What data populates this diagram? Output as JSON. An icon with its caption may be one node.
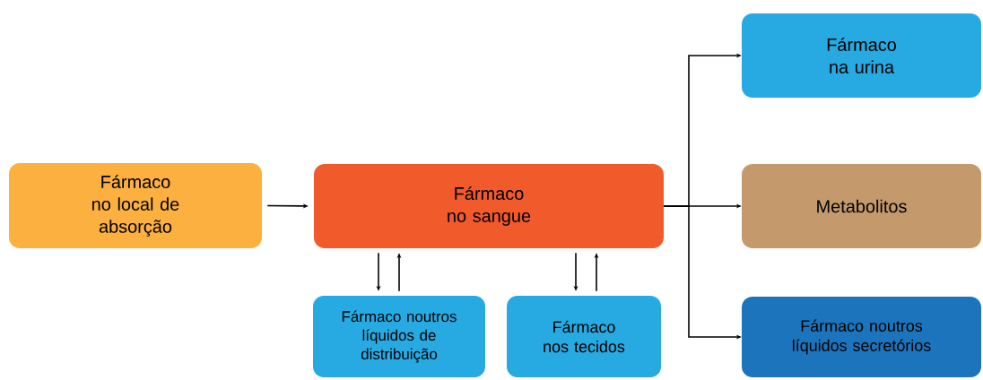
{
  "diagram": {
    "nodes": [
      {
        "text": [
          "Fármaco no local de absorção"
        ]
      },
      {
        "text": [
          "Fármaco no sangue"
        ]
      },
      {
        "text": [
          "Fármaco noutros líquidos de distribuição"
        ]
      },
      {
        "text": [
          "Fármaco nos tecidos"
        ]
      },
      {
        "text": [
          "Fármaco na urina"
        ]
      },
      {
        "text": [
          "Metabolitos"
        ]
      },
      {
        "text": [
          "Fármaco noutros líquidos secretórios"
        ]
      }
    ],
    "edges": [
      {
        "from": 0,
        "to": 1,
        "arrow": "to"
      },
      {
        "from": 1,
        "to": 2,
        "arrow": "to"
      },
      {
        "from": 2,
        "to": 1,
        "arrow": "to"
      },
      {
        "from": 1,
        "to": 3,
        "arrow": "to"
      },
      {
        "from": 3,
        "to": 1,
        "arrow": "to"
      },
      {
        "from": 1,
        "to": 4,
        "arrow": "to"
      },
      {
        "from": 1,
        "to": 5,
        "arrow": "to"
      },
      {
        "from": 1,
        "to": 6,
        "arrow": "to"
      }
    ]
  }
}
